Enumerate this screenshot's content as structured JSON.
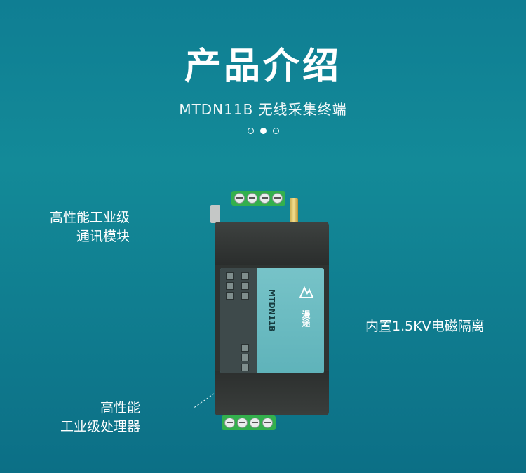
{
  "header": {
    "title": "产品介绍",
    "subtitle": "MTDN11B 无线采集终端"
  },
  "carousel": {
    "count": 3,
    "active_index": 1
  },
  "callouts": {
    "top_left": [
      "高性能工业级",
      "通讯模块"
    ],
    "right": "内置1.5KV电磁隔离",
    "bottom_left": [
      "高性能",
      "工业级处理器"
    ]
  },
  "device": {
    "model": "MTDN11B",
    "brand": "漫途"
  },
  "colors": {
    "background_top": "#0f7e93",
    "background_bottom": "#0c6f86",
    "label": "#6bbbc1",
    "case": "#2f3331",
    "terminal": "#33b04d"
  }
}
